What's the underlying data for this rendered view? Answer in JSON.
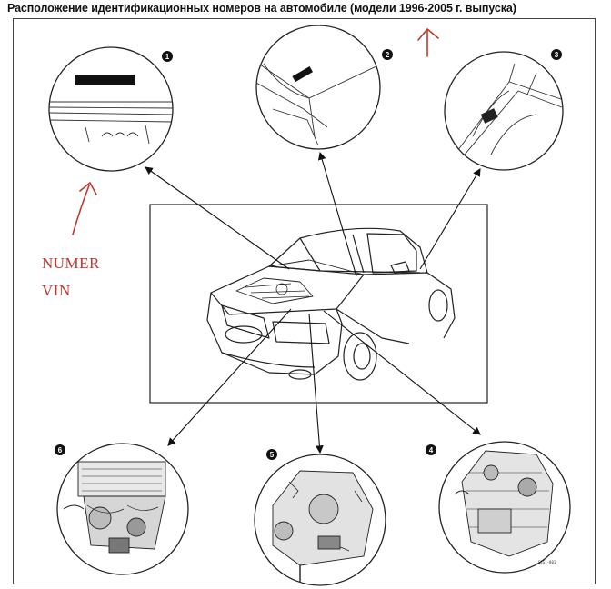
{
  "title": "Расположение идентификационных номеров на автомобиле (модели 1996-2005 г. выпуска)",
  "annotation": {
    "line1": "NUMER",
    "line2": "VIN",
    "color": "#c0392b"
  },
  "callouts": [
    {
      "number": "1",
      "subject": "vin-plate-under-windshield"
    },
    {
      "number": "2",
      "subject": "strut-tower-stamp"
    },
    {
      "number": "3",
      "subject": "door-pillar-label"
    },
    {
      "number": "4",
      "subject": "automatic-transaxle"
    },
    {
      "number": "5",
      "subject": "manual-transaxle"
    },
    {
      "number": "6",
      "subject": "engine-block"
    }
  ],
  "figure_code": "SES1-001"
}
